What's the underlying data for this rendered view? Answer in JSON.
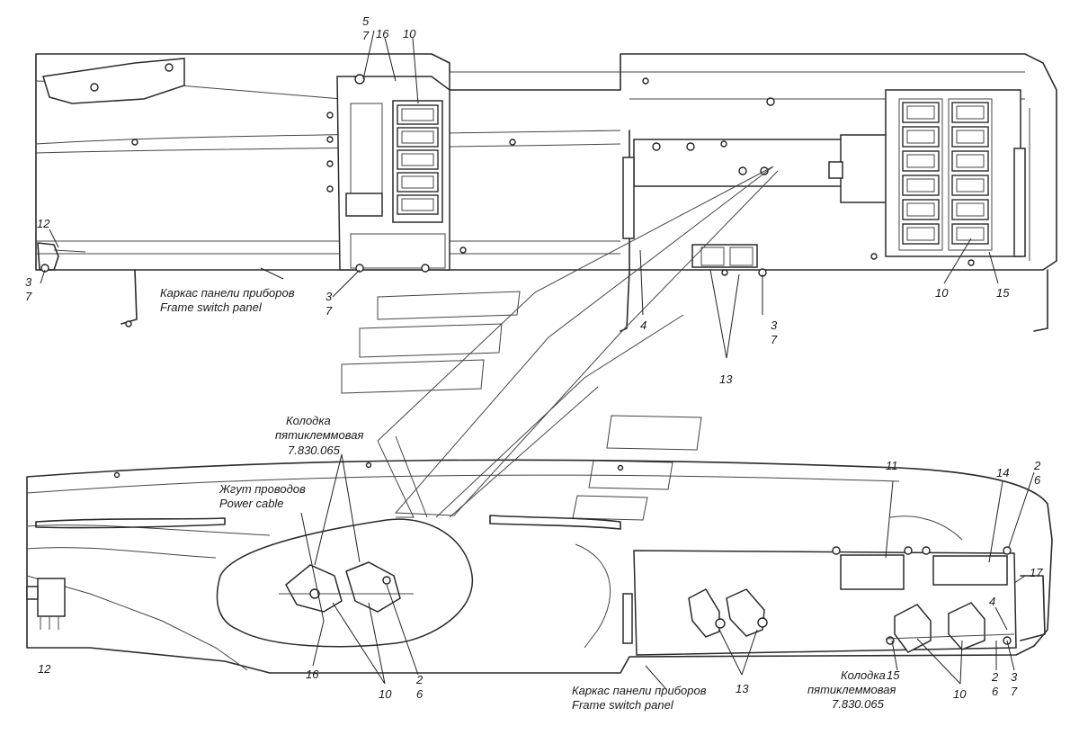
{
  "labels": {
    "frame_ru": "Каркас панели приборов",
    "frame_en": "Frame switch panel",
    "frame2_ru": "Каркас панели приборов",
    "frame2_en": "Frame switch panel",
    "connector_ru_1": "Колодка",
    "connector_ru_2": "пятиклеммовая",
    "connector_code": "7.830.065",
    "connector2_ru_1": "Колодка",
    "connector2_ru_2": "пятиклеммовая",
    "connector2_code": "7.830.065",
    "harness_ru": "Жгут проводов",
    "harness_en": "Power cable"
  },
  "callouts": {
    "top": {
      "n5": "5",
      "n7a": "7",
      "n16": "16",
      "n10a": "10",
      "n12": "12",
      "n3a": "3",
      "n7b": "7",
      "n3b": "3",
      "n7c": "7",
      "n4": "4",
      "n3c": "3",
      "n7d": "7",
      "n13": "13",
      "n10b": "10",
      "n15": "15"
    },
    "bottom": {
      "n11": "11",
      "n14": "14",
      "n2a": "2",
      "n6a": "6",
      "n17": "17",
      "n4": "4",
      "n12": "12",
      "n16": "16",
      "n10a": "10",
      "n2b": "2",
      "n6b": "6",
      "n13": "13",
      "n15": "15",
      "n10b": "10",
      "n2c": "2",
      "n6c": "6",
      "n3": "3",
      "n7": "7"
    }
  }
}
